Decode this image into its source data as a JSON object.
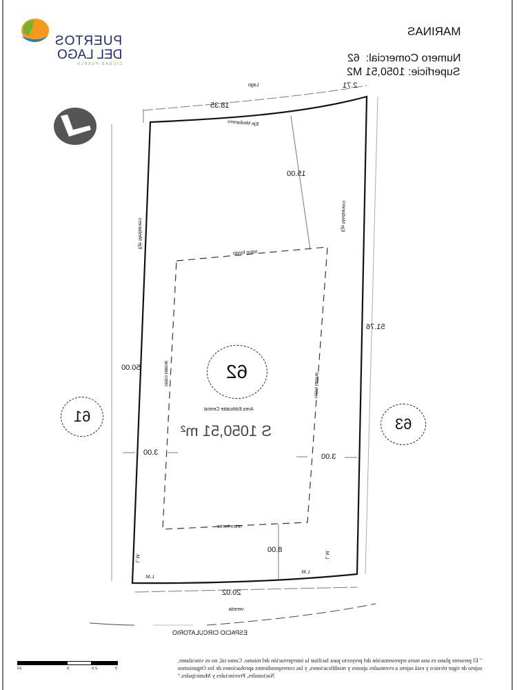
{
  "logo": {
    "line1": "PUERTOS",
    "line2": "DEL LAGO",
    "line3": "CIUDAD PUEBLO",
    "colors": {
      "green": "#6fb52c",
      "orange": "#f39a1e",
      "blue": "#1f7fc0",
      "text": "#1d2a78"
    }
  },
  "header": {
    "title": "MARINAS",
    "numero_label": "Numero Comercial:",
    "numero_value": "62",
    "superficie_label": "Superficie:",
    "superficie_value": "1050,51 M2"
  },
  "north_arrow": {
    "icon": "north-arrow-icon"
  },
  "plan": {
    "top_label": "Lago",
    "top_dim_left": "18.35",
    "top_dim_right": "2.71",
    "top_edge_label": "Eje Medianero",
    "rear_setback": "15.00",
    "rear_line_label": "retiro fondo",
    "left_edge_label": "Eje Medianero",
    "right_edge_label": "Eje Medianero",
    "left_dim": "50.00",
    "right_dim": "51.76",
    "lot_number": "62",
    "area_label": "Area Edificable Central",
    "area_value": "S 1050,51 m²",
    "left_inner_label": "retiro lateral",
    "right_inner_label": "retiro lateral",
    "left_setback": "3.00",
    "right_setback": "3.00",
    "front_line_label": "retiro frente",
    "front_setback": "8.00",
    "corner_left": "L.M.",
    "corner_right": "L.M.",
    "corner_left_v": "L.M.",
    "corner_right_v": "L.M.",
    "bottom_dim": "20.02",
    "bottom_label": "vereda",
    "street_label": "ESPACIO CIRCULATORIO",
    "neighbor_left": "61",
    "neighbor_right": "63"
  },
  "scale_bar": {
    "ticks": [
      "0",
      "2.5",
      "5",
      "10"
    ]
  },
  "footnote": "\" El presente plano es una mera representación del proyecto para facilitar la interpretación del mismo. Como tal, no es vinculante, sujeto de rigor técnico y está sujeto a eventuales ajustes y modificaciones, y las correspondientes aprobaciones de los Organismos Nacionales, Provinciales y Municipales.\""
}
